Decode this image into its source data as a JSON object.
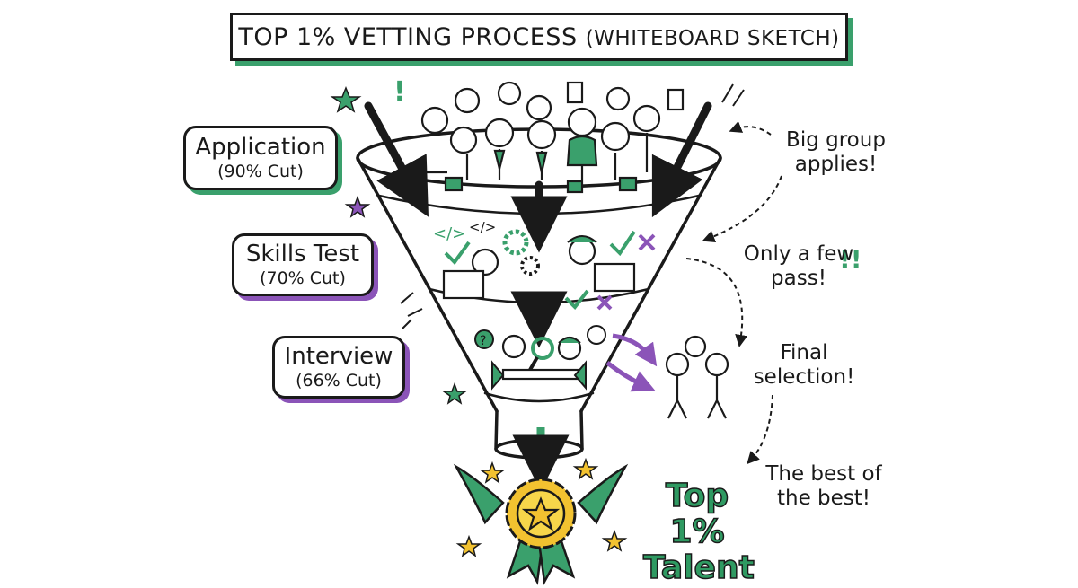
{
  "title": {
    "main": "TOP 1% VETTING PROCESS",
    "sub": "(WHITEBOARD SKETCH)"
  },
  "stages": [
    {
      "label": "Application",
      "cut": "(90% Cut)"
    },
    {
      "label": "Skills Test",
      "cut": "(70% Cut)"
    },
    {
      "label": "Interview",
      "cut": "(66% Cut)"
    }
  ],
  "notes": {
    "big_group": "Big group applies!",
    "few_pass": "Only a few pass!",
    "final": "Final selection!",
    "best": "The best of the best!"
  },
  "badge": {
    "line1": "Top 1%",
    "line2": "Talent"
  },
  "marks": {
    "code_left": "</>",
    "code_right": "</>",
    "question": "?",
    "exclaim": "!",
    "exclaim_double": "!!"
  },
  "colors": {
    "green": "#3aa06c",
    "purple": "#8b54b8",
    "gold": "#f2c230",
    "ink": "#1a1a1a"
  }
}
